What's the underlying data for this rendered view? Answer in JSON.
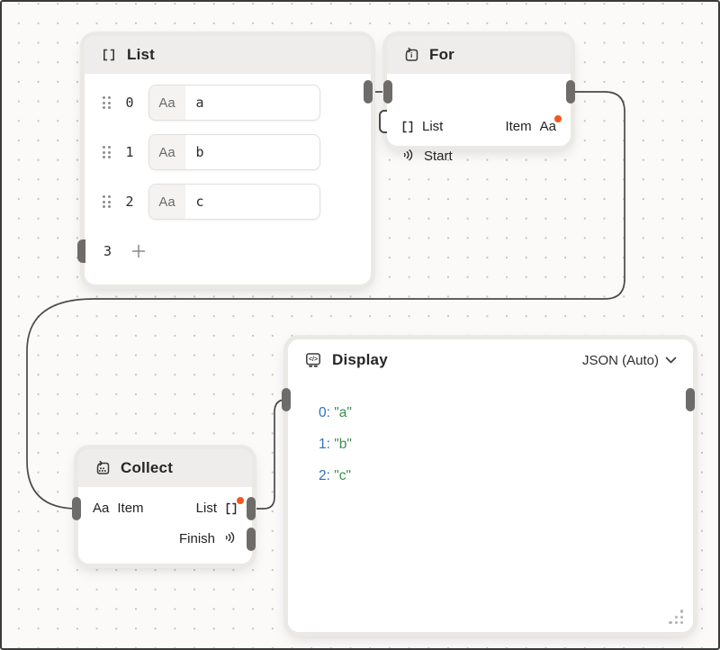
{
  "canvas": {
    "background_color": "#fbfaf9",
    "dot_color": "#c6c4c1",
    "wire_color": "#4a4a4a",
    "accent_orange": "#f4581f",
    "json_key_color": "#2970c9",
    "json_string_color": "#3c8f4f"
  },
  "nodes": {
    "list": {
      "title": "List",
      "rows": [
        {
          "index": "0",
          "type_badge": "Aa",
          "value": "a"
        },
        {
          "index": "1",
          "type_badge": "Aa",
          "value": "b"
        },
        {
          "index": "2",
          "type_badge": "Aa",
          "value": "c"
        }
      ],
      "next_index": "3"
    },
    "for": {
      "title": "For",
      "input_list_label": "List",
      "input_start_label": "Start",
      "output_item_label": "Item",
      "output_item_type": "Aa"
    },
    "collect": {
      "title": "Collect",
      "input_item_type": "Aa",
      "input_item_label": "Item",
      "output_list_label": "List",
      "output_finish_label": "Finish"
    },
    "display": {
      "title": "Display",
      "mode_selector": "JSON (Auto)",
      "entries": [
        {
          "key": "0:",
          "value": "\"a\""
        },
        {
          "key": "1:",
          "value": "\"b\""
        },
        {
          "key": "2:",
          "value": "\"c\""
        }
      ]
    }
  }
}
